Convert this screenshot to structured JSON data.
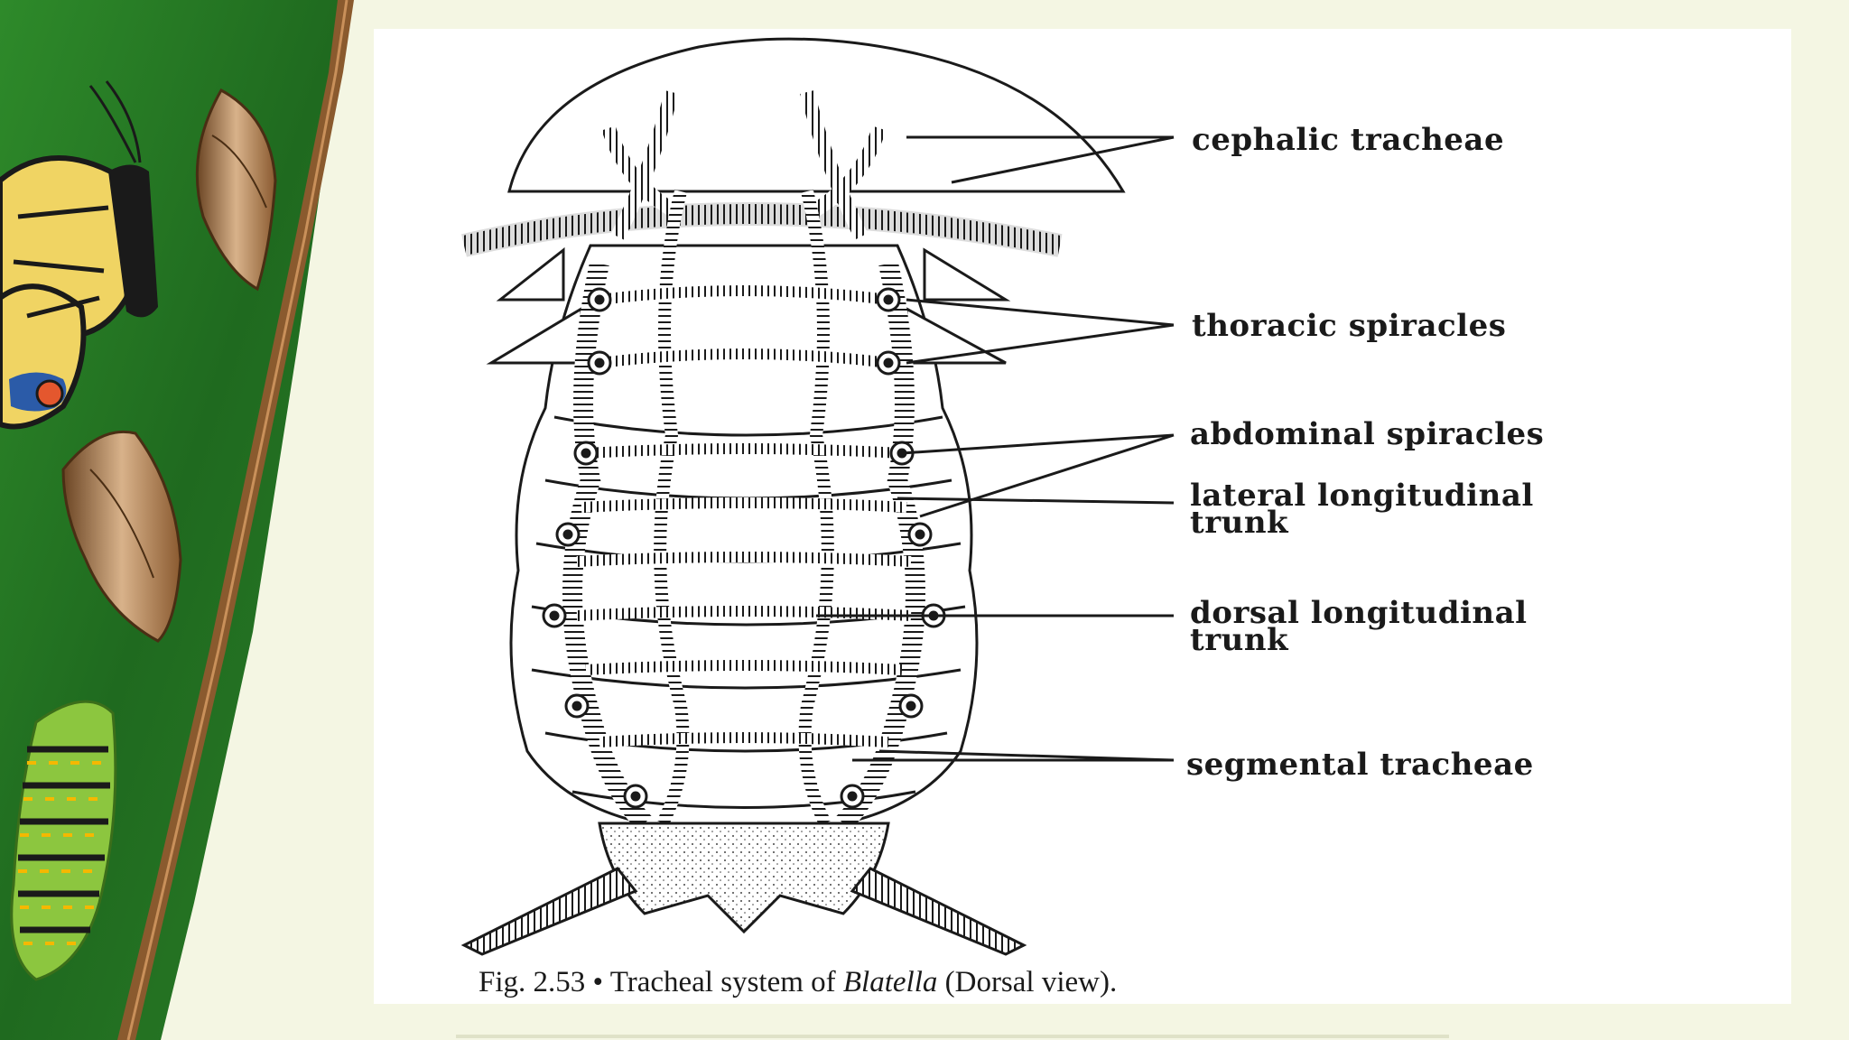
{
  "labels": {
    "cephalic": "cephalic tracheae",
    "thoracic": "thoracic spiracles",
    "abdominal": "abdominal spiracles",
    "lateral": "lateral longitudinal\ntrunk",
    "dorsal": "dorsal longitudinal\ntrunk",
    "segmental": "segmental tracheae"
  },
  "caption": {
    "prefix": "Fig. 2.53 • Tracheal system of ",
    "genus": "Blatella",
    "suffix": " (Dorsal view)."
  },
  "colors": {
    "background": "#f4f6e3",
    "card": "#ffffff",
    "ink": "#1a1a1a",
    "leaf_green": "#2f7a2a",
    "stem_brown": "#8a5a2e"
  }
}
